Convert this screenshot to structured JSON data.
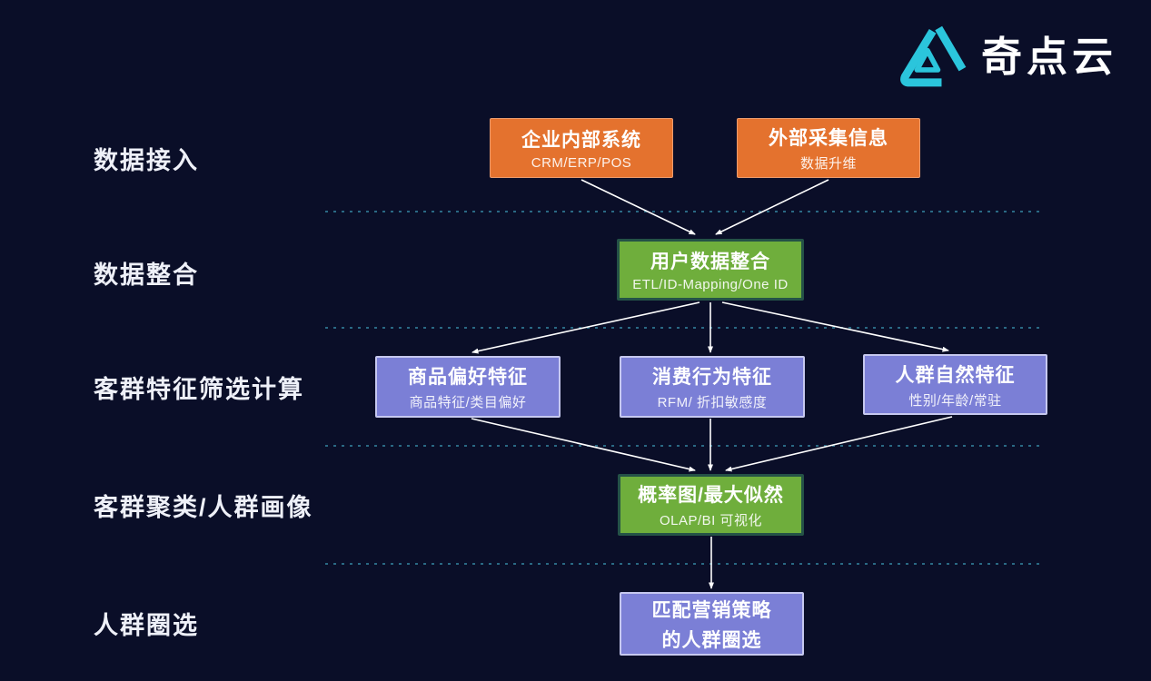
{
  "logo": {
    "text": "奇点云",
    "mark_color": "#2bc5dc",
    "text_color": "#ffffff"
  },
  "stages": [
    {
      "label": "数据接入"
    },
    {
      "label": "数据整合"
    },
    {
      "label": "客群特征筛选计算"
    },
    {
      "label": "客群聚类/人群画像"
    },
    {
      "label": "人群圈选"
    }
  ],
  "nodes": [
    {
      "id": "internal-systems",
      "title": "企业内部系统",
      "subtitle": "CRM/ERP/POS",
      "color": "orange"
    },
    {
      "id": "external-collect",
      "title": "外部采集信息",
      "subtitle": "数据升维",
      "color": "orange"
    },
    {
      "id": "user-integration",
      "title": "用户数据整合",
      "subtitle": "ETL/ID-Mapping/One ID",
      "color": "green"
    },
    {
      "id": "product-pref",
      "title": "商品偏好特征",
      "subtitle": "商品特征/类目偏好",
      "color": "purple"
    },
    {
      "id": "consume-behavior",
      "title": "消费行为特征",
      "subtitle": "RFM/ 折扣敏感度",
      "color": "purple"
    },
    {
      "id": "natural-traits",
      "title": "人群自然特征",
      "subtitle": "性别/年龄/常驻",
      "color": "purple"
    },
    {
      "id": "clustering",
      "title": "概率图/最大似然",
      "subtitle": "OLAP/BI 可视化",
      "color": "green"
    },
    {
      "id": "audience-selection",
      "title_line1": "匹配营销策略",
      "title_line2": "的人群圈选",
      "color": "purple"
    }
  ],
  "colors": {
    "background": "#0a0e28",
    "orange": "#e4722e",
    "green": "#6fae3c",
    "green_border": "#245247",
    "purple": "#7b7fd6",
    "purple_border": "#c6c8ef",
    "dotted_line": "#2a6984",
    "arrow": "#ffffff",
    "logo_cyan": "#2bc5dc"
  }
}
